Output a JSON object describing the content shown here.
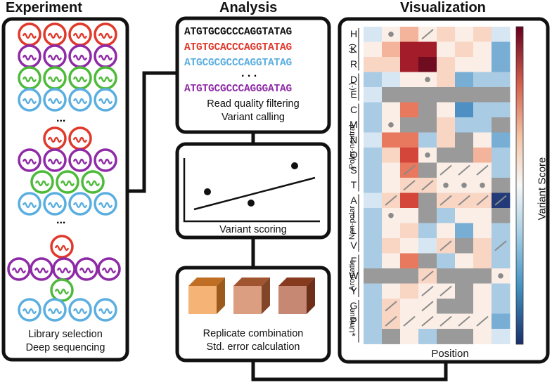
{
  "titles": {
    "experiment": "Experiment",
    "analysis": "Analysis",
    "visualization": "Visualization"
  },
  "experiment": {
    "caption_line1": "Library selection",
    "caption_line2": "Deep sequencing",
    "ellipsis1": "...",
    "ellipsis2": "..."
  },
  "analysis": {
    "sequences": [
      {
        "text": "ATGTGCGCCCAGGTATAG",
        "color": "#111111"
      },
      {
        "text": "ATGTGCACCCAGGTATAG",
        "color": "#e0392b"
      },
      {
        "text": "ATGCGCGCCCAGGTATAG",
        "color": "#5aaee0"
      },
      {
        "text": "ATGTGCGCCCAGGGATAG",
        "color": "#8e2aa6"
      }
    ],
    "seq_ellipsis": ". . .",
    "box1_caption_line1": "Read quality filtering",
    "box1_caption_line2": "Variant calling",
    "box2_caption": "Variant scoring",
    "box3_caption_line1": "Replicate combination",
    "box3_caption_line2": "Std. error calculation",
    "cube_colors": [
      "#f08a2c",
      "#c86a3c",
      "#a84826"
    ]
  },
  "colors": {
    "red": "#e0392b",
    "purple": "#8e2aa6",
    "green": "#4dba3a",
    "blue": "#5aaee0"
  },
  "visualization": {
    "amino_acids": [
      "H",
      "K",
      "R",
      "D",
      "E",
      "C",
      "M",
      "N",
      "Q",
      "S",
      "T",
      "A",
      "I",
      "L",
      "V",
      "F",
      "W",
      "Y",
      "G",
      "P",
      "*"
    ],
    "groups": [
      {
        "label": "(+)",
        "first": 0,
        "last": 2
      },
      {
        "label": "(-)",
        "first": 3,
        "last": 4
      },
      {
        "label": "Polar-neutral",
        "first": 5,
        "last": 10
      },
      {
        "label": "Non-polar",
        "first": 11,
        "last": 14
      },
      {
        "label": "Aromatic",
        "first": 15,
        "last": 17
      },
      {
        "label": "Unique",
        "first": 18,
        "last": 20
      }
    ],
    "xlabel": "Position",
    "colorbar_label": "Variant Score",
    "grid": [
      "m0 d0 2 s0 1 0 1 m0",
      "0 2 5 5 0 1 0 m2",
      "1 1 5 6 1 0 0 m2",
      "m1 m0 0 d0 1 m2 m1 m1",
      "m0 x x x x x x x",
      "m1 0 3 x 0 m3 m1 m1",
      "m1 d0 x x 1 m1 m1 x",
      "m0 3 3 m1 1 x 0 m2",
      "m1 1 4 d0 x x 2 m1",
      "m1 0 s3 x s0 s0 s0 m1",
      "m1 0 s1 s1 d0 d0 d0 x",
      "m0 s1 4 x s1 s1 s1 sk",
      "m1 d0 0 x m1 0 0 x",
      "m1 0 1 m1 0 m2 0 m1",
      "m1 1 0 m0 s1 x 1 sm1",
      "m1 0 3 x m1 0 1 m1",
      "x x x s1 x x x d0",
      "m1 0 1 s0 s0 x 0 m1",
      "m1 s1 0 s0 x x 0 m1",
      "m1 s1 s0 s0 s0 s0 s0 m2",
      "m1 x 0 m1 x x 0 m0"
    ],
    "colorscale": {
      "max": "#b2182b",
      "min": "#2d57a6",
      "missing": "#9a9a9a"
    }
  }
}
